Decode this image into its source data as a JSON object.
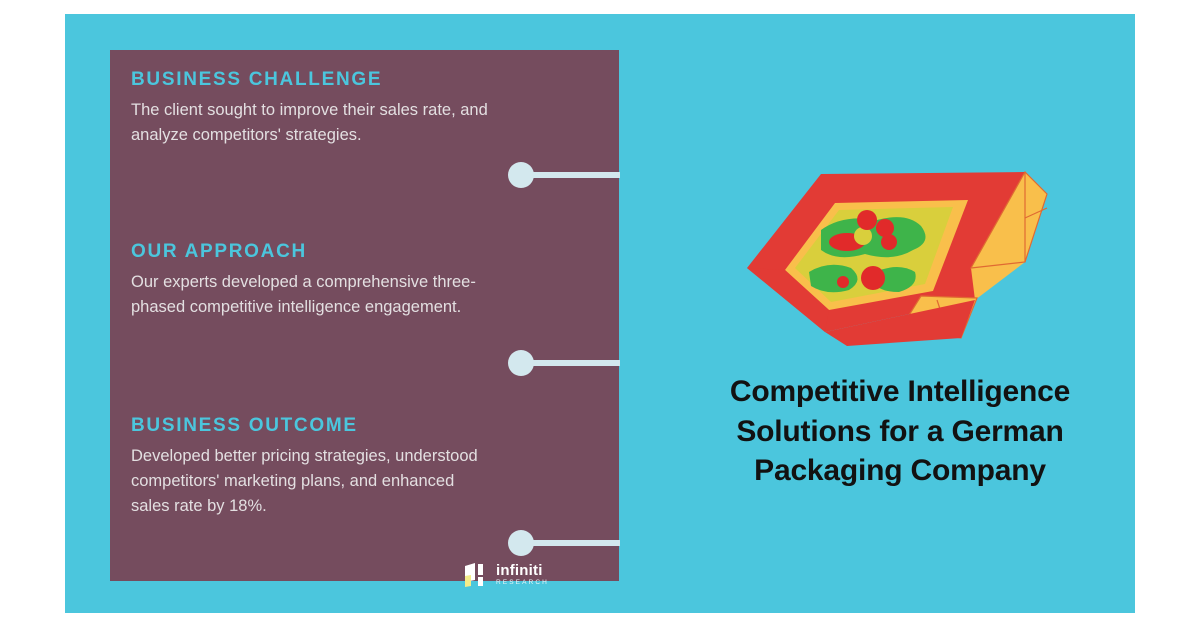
{
  "colors": {
    "background": "#ffffff",
    "card": "#4bc6dd",
    "panel": "#754c5e",
    "accent": "#4bc6dd",
    "body_text": "#e3dfe1",
    "headline_text": "#121212",
    "connector": "#d3e8ee",
    "box_red": "#e23b35",
    "box_yellow": "#f9bf4b",
    "pizza_cheese": "#d9cf3c",
    "pizza_green": "#3eb44a",
    "pizza_red": "#e12a2a",
    "logo_white": "#ffffff",
    "logo_yellow": "#f4ec8a"
  },
  "panel": {
    "blocks": [
      {
        "title": "BUSINESS CHALLENGE",
        "body": "The client sought to improve their sales rate, and analyze competitors' strategies."
      },
      {
        "title": "OUR APPROACH",
        "body": "Our experts developed a comprehensive three-phased competitive intelligence engagement."
      },
      {
        "title": "BUSINESS OUTCOME",
        "body": "Developed better pricing strategies, understood competitors' marketing plans, and enhanced sales rate by 18%."
      }
    ]
  },
  "right": {
    "illustration_name": "open-pizza-packaging-box",
    "headline": "Competitive Intelligence Solutions for a German Packaging Company"
  },
  "logo": {
    "mark_name": "infiniti-panels-mark",
    "name": "infiniti",
    "subtitle": "RESEARCH"
  }
}
